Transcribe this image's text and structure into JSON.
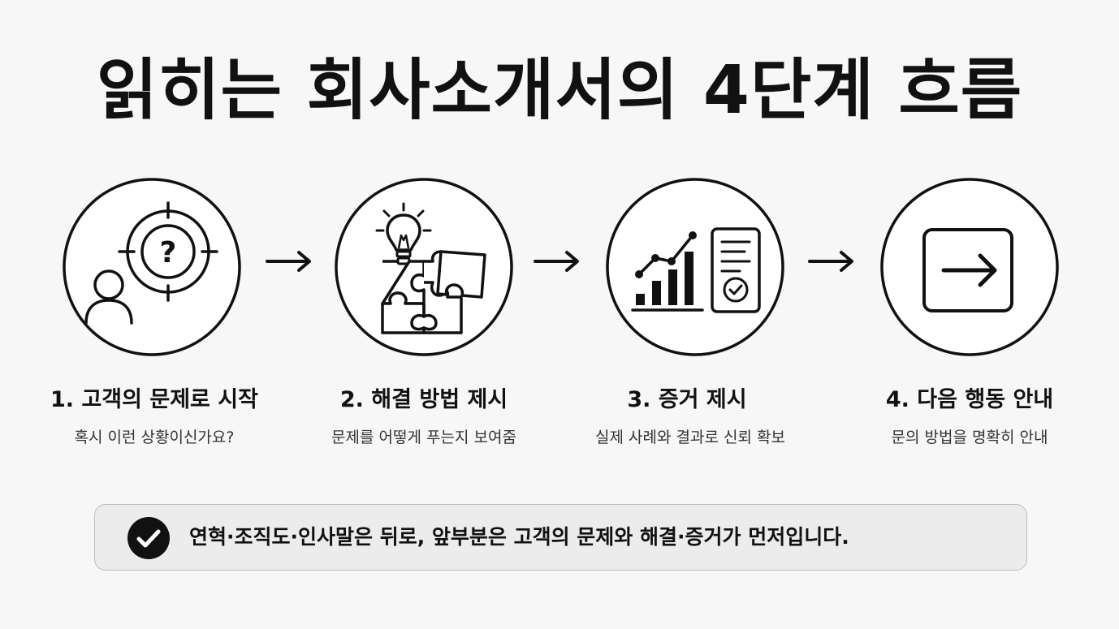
{
  "title": "읽히는 회사소개서의 4단계 흐름",
  "steps": [
    {
      "title": "1. 고객의 문제로 시작",
      "desc": "혹시 이런 상황이신가요?",
      "icon": "customer-problem-target-icon"
    },
    {
      "title": "2. 해결 방법 제시",
      "desc": "문제를 어떻게 푸는지 보여줌",
      "icon": "lightbulb-puzzle-icon"
    },
    {
      "title": "3. 증거 제시",
      "desc": "실제 사례와 결과로 신뢰 확보",
      "icon": "chart-report-icon"
    },
    {
      "title": "4. 다음 행동 안내",
      "desc": "문의 방법을 명확히 안내",
      "icon": "arrow-box-icon"
    }
  ],
  "note": {
    "icon": "check-circle-icon",
    "text": "연혁·조직도·인사말은 뒤로, 앞부분은 고객의 문제와 해결·증거가 먼저입니다."
  },
  "colors": {
    "background": "#f7f7f7",
    "ink": "#111111",
    "note_bg": "#ececec",
    "note_border": "#bdbdbd"
  }
}
